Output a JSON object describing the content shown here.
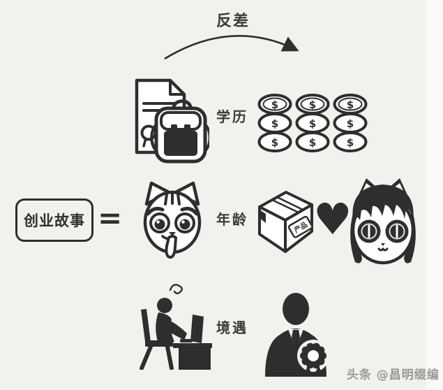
{
  "colors": {
    "background": "#f2f1ee",
    "ink": "#2e2e2e",
    "label_text": "#3b3b3b",
    "watermark": "#9b9a97"
  },
  "header": {
    "contrast_label": "反差"
  },
  "equation": {
    "title": "创业故事",
    "equals_sign": "="
  },
  "rows": [
    {
      "label": "学历",
      "left_icon": "diploma-and-schoolbag-icon",
      "right_icon": "dollar-coin-stacks-icon"
    },
    {
      "label": "年龄",
      "left_icon": "cat-face-icon",
      "right_icon": "product-box-heart-cat-girl-icons"
    },
    {
      "label": "境遇",
      "left_icon": "person-working-at-desk-icon",
      "right_icon": "businessman-with-award-icon"
    }
  ],
  "icons": {
    "product_box_label": "产品",
    "coin_symbol": "$",
    "heart_glyph": "♥"
  },
  "footer": {
    "watermark": "头条 @昌明缀编"
  }
}
